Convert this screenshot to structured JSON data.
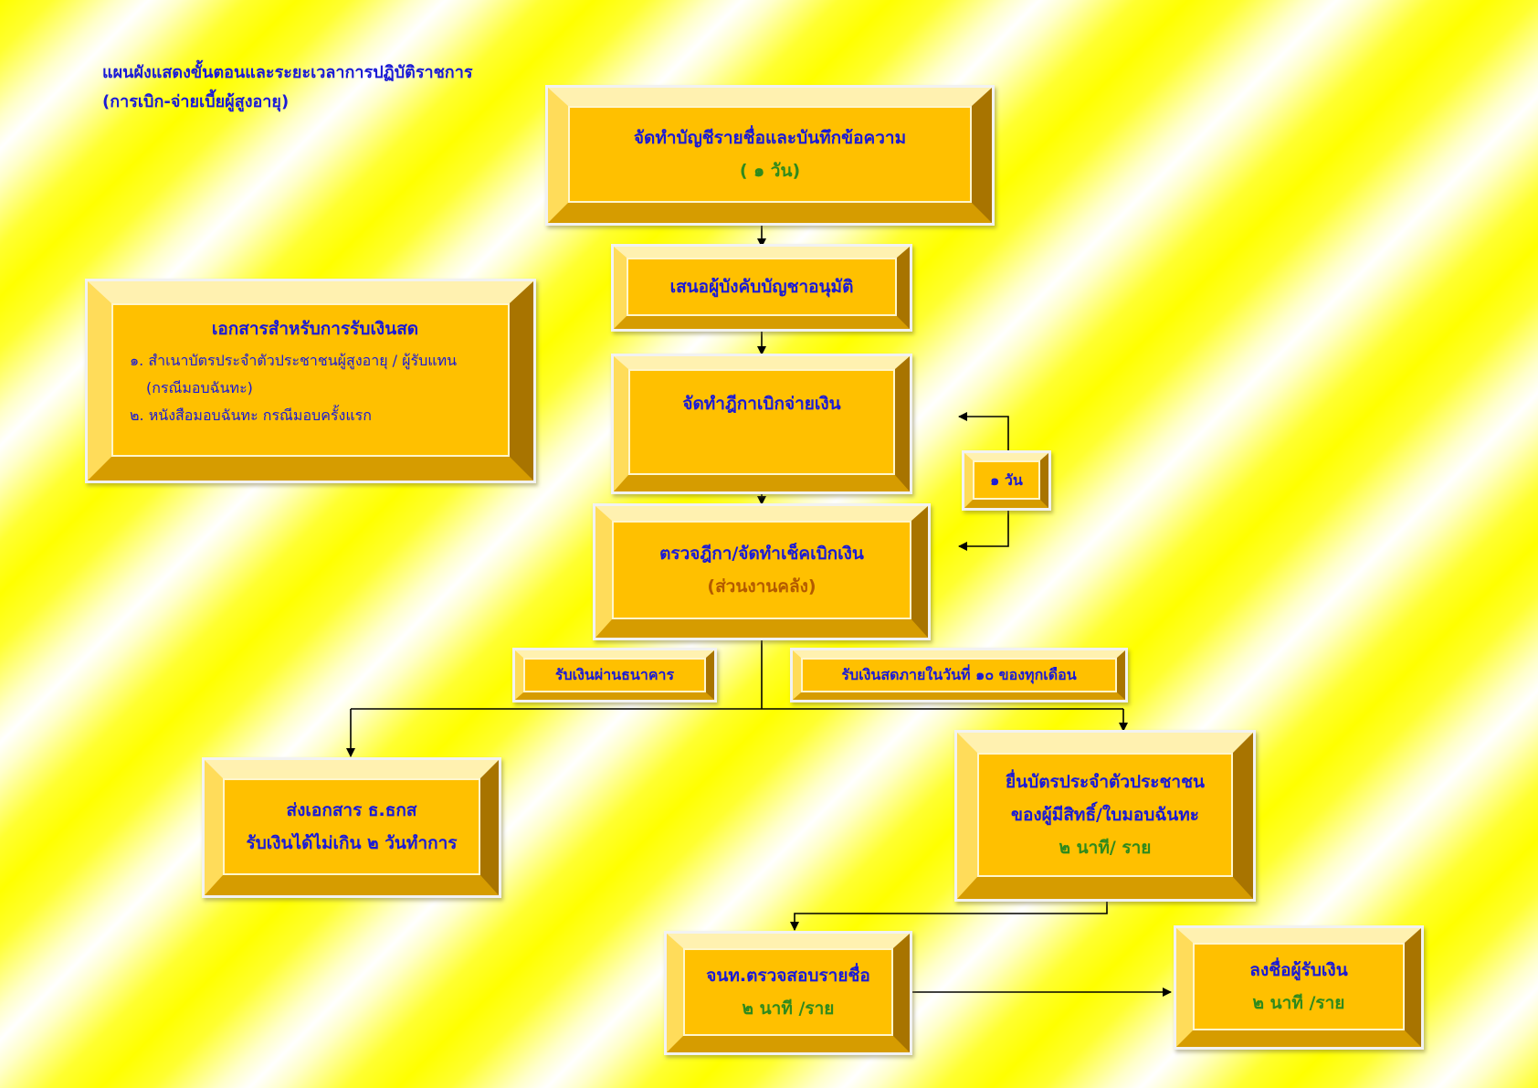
{
  "title": {
    "line1": "แผนผังแสดงขั้นตอนและระยะเวลาการปฏิบัติราชการ",
    "line2": "(การเบิก-จ่ายเบี้ยผู้สูงอายุ)"
  },
  "steps": {
    "prepare_list": {
      "text": "จัดทำบัญชีรายชื่อและบันทึกข้อความ",
      "duration": "( ๑  วัน)"
    },
    "propose": {
      "text": "เสนอผู้บังคับบัญชาอนุมัติ"
    },
    "voucher": {
      "text": "จัดทำฎีกาเบิกจ่ายเงิน"
    },
    "one_day": {
      "text": "๑ วัน"
    },
    "check": {
      "text": "ตรวจฎีกา/จัดทำเช็คเบิกเงิน",
      "unit": "(ส่วนงานคลัง)"
    },
    "bank_label": {
      "text": "รับเงินผ่านธนาคาร"
    },
    "cash_label": {
      "text": "รับเงินสดภายในวันที่ ๑๐ ของทุกเดือน"
    },
    "send_docs": {
      "line1": "ส่งเอกสาร ธ.ธกส",
      "line2": "รับเงินได้ไม่เกิน ๒ วันทำการ"
    },
    "submit_id": {
      "line1": "ยื่นบัตรประจำตัวประชาชน",
      "line2": "ของผู้มีสิทธิ์/ใบมอบฉันทะ",
      "duration": "๒ นาที/ ราย"
    },
    "verify": {
      "text": "จนท.ตรวจสอบรายชื่อ",
      "duration": "๒  นาที /ราย"
    },
    "sign": {
      "text": "ลงชื่อผู้รับเงิน",
      "duration": "๒ นาที /ราย"
    }
  },
  "documents": {
    "title": "เอกสารสำหรับการรับเงินสด",
    "item1": "๑.  สำเนาบัตรประจำตัวประชาชนผู้สูงอายุ / ผู้รับแทน",
    "item1_note": "(กรณีมอบฉันทะ)",
    "item2": "๒.  หนังสือมอบฉันทะ  กรณีมอบครั้งแรก"
  }
}
